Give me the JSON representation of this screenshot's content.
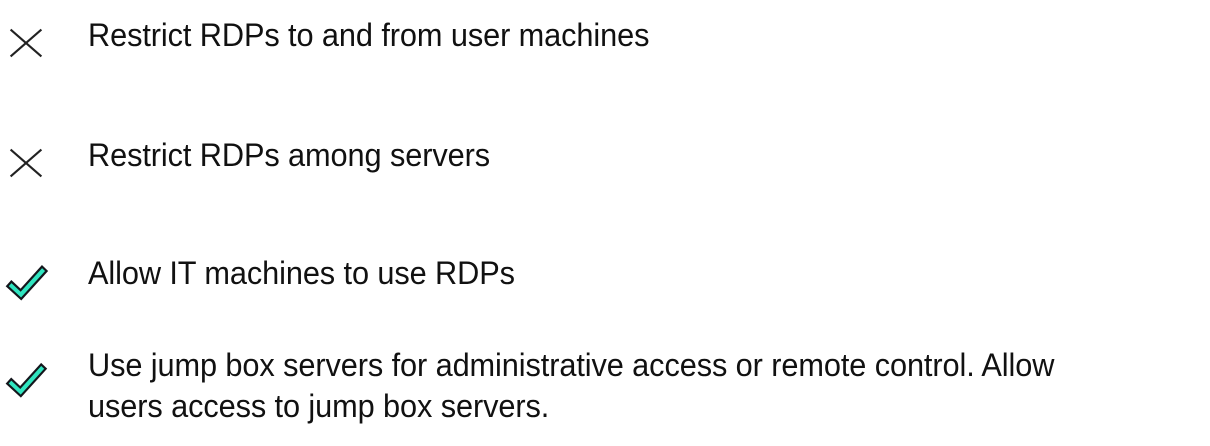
{
  "page": {
    "background_color": "#ffffff",
    "text_color": "#111111"
  },
  "palette": {
    "check_fill": "#30E5C0",
    "check_outline": "#14161c",
    "cross_stroke": "#222222"
  },
  "checklist": {
    "items": [
      {
        "status": "cross",
        "status_icon": "cross-icon",
        "label": "Restrict RDPs to and from user machines"
      },
      {
        "status": "cross",
        "status_icon": "cross-icon",
        "label": "Restrict RDPs among servers"
      },
      {
        "status": "check",
        "status_icon": "check-icon",
        "label": "Allow IT machines to use RDPs"
      },
      {
        "status": "check",
        "status_icon": "check-icon",
        "label": "Use jump box servers for administrative access or remote control. Allow\nusers access to jump box servers."
      }
    ]
  }
}
